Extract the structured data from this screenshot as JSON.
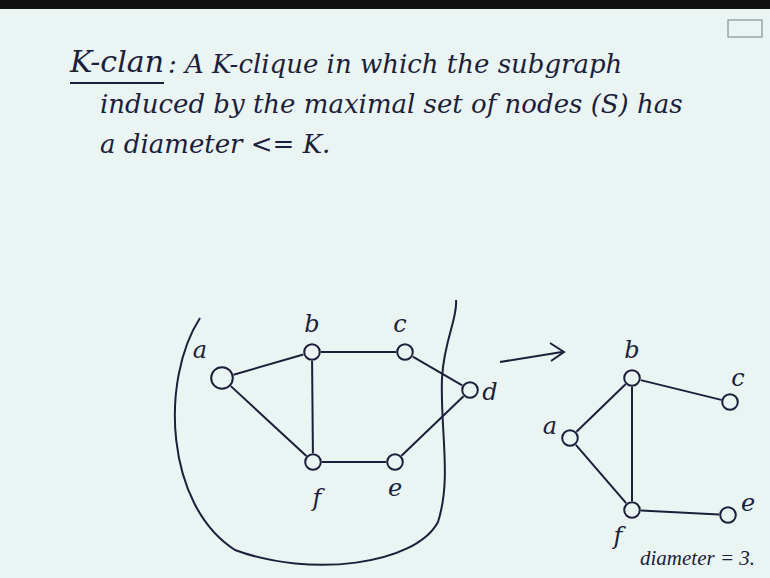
{
  "diagram": {
    "title": "K-clan",
    "nodes": [
      {
        "text": [
          "a"
        ]
      },
      {
        "text": [
          "b"
        ]
      },
      {
        "text": [
          "c"
        ]
      },
      {
        "text": [
          "d"
        ]
      },
      {
        "text": [
          "f"
        ]
      },
      {
        "text": [
          "e"
        ]
      },
      {
        "text": [
          "b"
        ]
      },
      {
        "text": [
          "c"
        ]
      },
      {
        "text": [
          "a"
        ]
      },
      {
        "text": [
          "f"
        ]
      },
      {
        "text": [
          "e"
        ]
      }
    ],
    "edges": [
      {
        "from": 0,
        "to": 1,
        "arrow": "none"
      },
      {
        "from": 1,
        "to": 2,
        "arrow": "none"
      },
      {
        "from": 2,
        "to": 3,
        "arrow": "none"
      },
      {
        "from": 3,
        "to": 5,
        "arrow": "none"
      },
      {
        "from": 5,
        "to": 4,
        "arrow": "none"
      },
      {
        "from": 4,
        "to": 0,
        "arrow": "none"
      },
      {
        "from": 1,
        "to": 4,
        "arrow": "none"
      },
      {
        "from": 8,
        "to": 6,
        "arrow": "none"
      },
      {
        "from": 6,
        "to": 7,
        "arrow": "none"
      },
      {
        "from": 8,
        "to": 9,
        "arrow": "none"
      },
      {
        "from": 6,
        "to": 9,
        "arrow": "none"
      },
      {
        "from": 9,
        "to": 10,
        "arrow": "none"
      }
    ],
    "labels": [
      ": A K-clique in which the subgraph induced by the maximal set of nodes (S) has a diameter <= K.",
      "diameter = 3."
    ]
  }
}
